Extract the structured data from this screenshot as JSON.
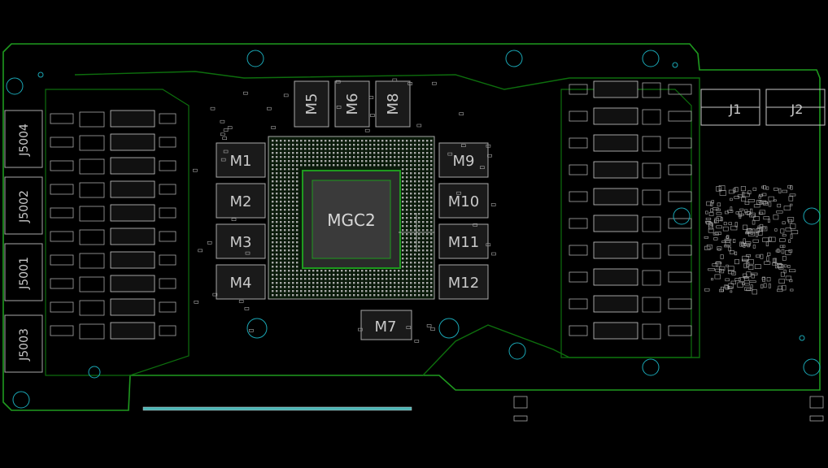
{
  "board": {
    "colors": {
      "background": "#000000",
      "outline": "#1f9a1f",
      "trace": "#0d6e0d",
      "silk": "#c9c9c9",
      "pad": "#a8a8a8",
      "hole": "#1aa7b5",
      "connector": "#4ab5b5"
    },
    "gpu_label": "MGC2",
    "memory_labels": [
      "M1",
      "M2",
      "M3",
      "M4",
      "M5",
      "M6",
      "M7",
      "M8",
      "M9",
      "M10",
      "M11",
      "M12"
    ],
    "connector_labels": [
      "J5004",
      "J5002",
      "J5001",
      "J5003"
    ],
    "power_connector_labels": [
      "J1",
      "J2"
    ]
  }
}
